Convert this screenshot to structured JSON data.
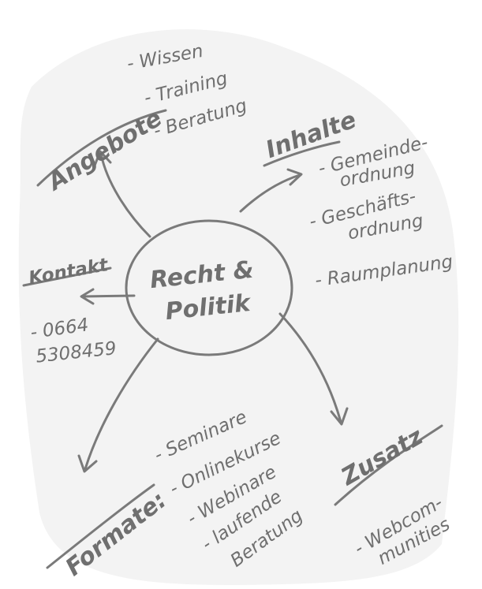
{
  "center": {
    "line1": "Recht &",
    "line2": "Politik"
  },
  "angebote": {
    "title": "Angebote",
    "items": [
      "Wissen",
      "Training",
      "Beratung"
    ]
  },
  "inhalte": {
    "title": "Inhalte",
    "items": [
      "Gemeinde-",
      "ordnung",
      "Geschäfts-",
      "ordnung",
      "Raumplanung"
    ]
  },
  "kontakt": {
    "title": "Kontakt",
    "phone1": "0664",
    "phone2": "5308459"
  },
  "formate": {
    "title": "Formate:",
    "items": [
      "Seminare",
      "Onlinekurse",
      "Webinare",
      "laufende",
      "Beratung"
    ]
  },
  "zusatz": {
    "title": "Zusatz",
    "items": [
      "Webcom-",
      "munities"
    ]
  }
}
